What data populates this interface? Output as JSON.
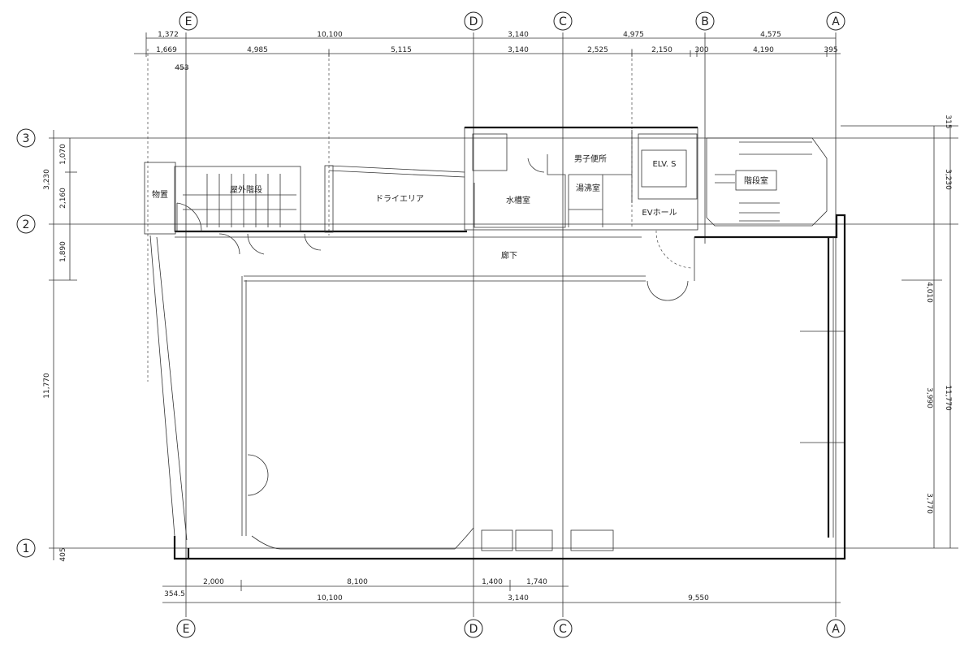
{
  "grid_labels": {
    "top": [
      "E",
      "D",
      "C",
      "B",
      "A"
    ],
    "bottom": [
      "E",
      "D",
      "C",
      "A"
    ],
    "left": [
      "3",
      "2",
      "1"
    ]
  },
  "dims": {
    "top_row1": [
      "1,372",
      "10,100",
      "3,140",
      "4,975",
      "4,575"
    ],
    "top_row2": [
      "1,669",
      "4,985",
      "5,115",
      "3,140",
      "2,525",
      "2,150",
      "300",
      "4,190",
      "395"
    ],
    "top_small": "453",
    "left": [
      "3,230",
      "1,070",
      "2,160",
      "1,890",
      "11,770",
      "405"
    ],
    "right": [
      "315",
      "3,230",
      "4,010",
      "3,990",
      "11,770",
      "3,770"
    ],
    "bottom_row1": [
      "354.5",
      "2,000",
      "8,100",
      "1,400",
      "1,740"
    ],
    "bottom_row2": [
      "10,100",
      "3,140",
      "9,550"
    ]
  },
  "rooms": {
    "storage": "物置",
    "outdoor_stair": "屋外階段",
    "dry_area": "ドライエリア",
    "water_tank": "水槽室",
    "mens_toilet": "男子便所",
    "kitchenette": "湯沸室",
    "elevator": "ELV. S",
    "stair_room": "階段室",
    "ev_hall": "EVホール",
    "corridor": "廊下"
  }
}
